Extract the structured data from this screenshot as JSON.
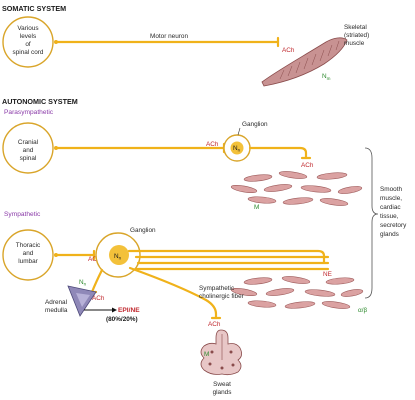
{
  "somatic": {
    "header": "SOMATIC SYSTEM",
    "origin": [
      "Various",
      "levels",
      "of",
      "spinal cord"
    ],
    "neuron": "Motor neuron",
    "transmitter": "ACh",
    "target": [
      "Skeletal",
      "(striated)",
      "muscle"
    ],
    "receptor": "N",
    "receptor_sub": "m"
  },
  "autonomic": {
    "header": "AUTONOMIC SYSTEM",
    "parasympathetic": {
      "label": "Parasympathetic",
      "origin": [
        "Cranial",
        "and",
        "spinal"
      ],
      "ganglion": "Ganglion",
      "pre_transmitter": "ACh",
      "ganglion_receptor": "N",
      "ganglion_receptor_sub": "n",
      "post_transmitter": "ACh",
      "effector_receptor": "M"
    },
    "effectors": [
      "Smooth",
      "muscle,",
      "cardiac",
      "tissue,",
      "secretory",
      "glands"
    ],
    "sympathetic": {
      "label": "Sympathetic",
      "origin": [
        "Thoracic",
        "and",
        "lumbar"
      ],
      "ganglion": "Ganglion",
      "pre_transmitter": "ACh",
      "ganglion_receptor": "N",
      "ganglion_receptor_sub": "n",
      "post_transmitter": "NE",
      "effector_receptor": "α/β",
      "adrenal": [
        "Adrenal",
        "medulla"
      ],
      "adrenal_receptor": "N",
      "adrenal_receptor_sub": "n",
      "adrenal_transmitter": "ACh",
      "adrenal_output": "EPI/NE",
      "adrenal_ratio": "(80%/20%)",
      "cholinergic_fiber": [
        "Sympathetic",
        "cholinergic fiber"
      ],
      "sweat_transmitter": "ACh",
      "sweat_receptor": "M",
      "sweat_target": [
        "Sweat",
        "glands"
      ]
    }
  }
}
